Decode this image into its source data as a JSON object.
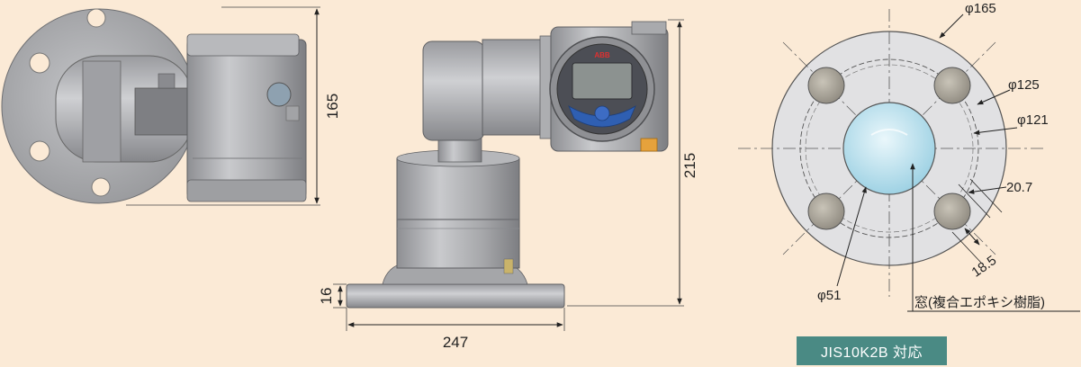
{
  "side_view": {
    "height_dim": "165"
  },
  "front_view": {
    "height_dim": "215",
    "flange_thickness_dim": "16",
    "flange_width_dim": "247",
    "brand_mark": "ABB"
  },
  "flange_diagram": {
    "outer_diameter": "φ165",
    "pcd": "φ125",
    "inner_ring": "φ121",
    "hole_spacing": "20.7",
    "hole_diameter": "18.5",
    "window_diameter": "φ51",
    "window_label": "窓(複合エポキシ樹脂)"
  },
  "badge": {
    "label": "JIS10K2B 対応"
  },
  "colors": {
    "background": "#fbead6",
    "metal": "#a9aaad",
    "badge": "#4a8a84",
    "window": "#bfe3f0"
  }
}
